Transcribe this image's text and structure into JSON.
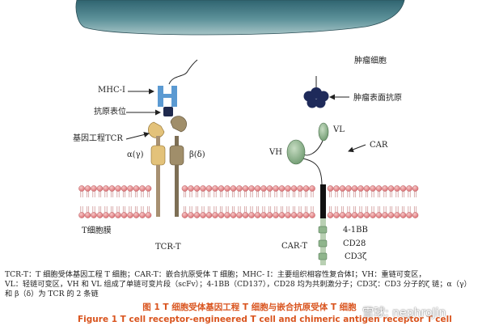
{
  "labels": {
    "tumor_cell": "肿瘤细胞",
    "tumor_antigen": "肿瘤表面抗原",
    "mhc1": "MHC-I",
    "epitope": "抗原表位",
    "engineered_tcr": "基因工程TCR",
    "alpha": "α(γ)",
    "beta": "β(δ)",
    "vl": "VL",
    "vh": "VH",
    "car": "CAR",
    "t_membrane": "T细胞膜",
    "tcr_t": "TCR-T",
    "car_t": "CAR-T",
    "bb41": "4-1BB",
    "cd28": "CD28",
    "cd3z": "CD3ζ"
  },
  "caption": {
    "note_line1": "TCR-T：T 细胞受体基因工程 T 细胞；CAR-T：嵌合抗原受体 T 细胞；MHC- Ⅰ：主要组织相容性复合体Ⅰ；VH：重链可变区，",
    "note_line2": "VL：轻链可变区，VH 和 VL 组成了单链可变片段（scFv）；4-1BB（CD137），CD28 均为共刺激分子；CD3ζ：CD3 分子的ζ 链；α（γ）",
    "note_line3": "和 β（δ）为 TCR 的 2 条链",
    "figure_cn": "图 1  T 细胞受体基因工程 T 细胞与嵌合抗原受体 T 细胞",
    "figure_en": "Figure 1  T cell receptor-engineered T cell and chimeric antigen receptor T cell"
  },
  "watermark": "雪球: nephroJin",
  "colors": {
    "tumor_fill": "#4e868f",
    "membrane_head": "#e28a8d",
    "mhc": "#5b9ad2",
    "epitope": "#1f2a4e",
    "tcr_v": "#d9b46b",
    "tcr_beta": "#8f8062",
    "car_domain": "#7fa87f",
    "caption_accent": "#d9541e"
  }
}
